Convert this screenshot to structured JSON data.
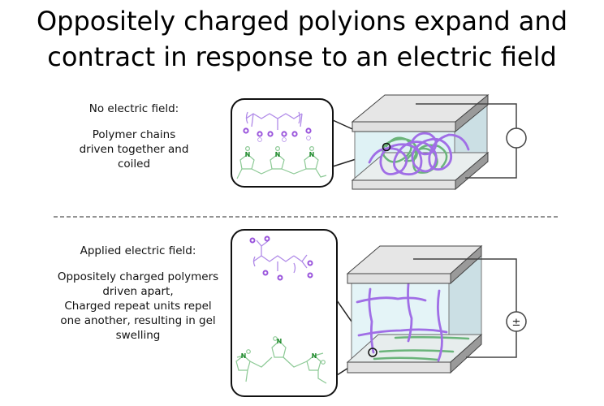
{
  "title": {
    "line1": "Oppositely charged polyions expand and",
    "line2": "contract in response to an electric field"
  },
  "panel_no_field": {
    "heading": "No electric field:",
    "description_lines": [
      "Polymer chains",
      "driven together and",
      "coiled"
    ],
    "power_source_icon": "circle-source-icon"
  },
  "panel_applied_field": {
    "heading": "Applied electric field:",
    "description_lines": [
      "Oppositely charged polymers",
      "driven apart,",
      "Charged repeat units repel",
      "one another, resulting in gel",
      "swelling"
    ],
    "power_source_symbol": "±",
    "power_source_icon": "plus-minus-source-icon"
  },
  "colors": {
    "polyanion": "#a06ee6",
    "polycation": "#6ab47a",
    "gel": "#dff2f5",
    "plate": "#e4e4e4",
    "plate_edge": "#555555",
    "nitrogen": "#1f8a2c"
  },
  "chem_labels": {
    "nitrogen": "N"
  }
}
